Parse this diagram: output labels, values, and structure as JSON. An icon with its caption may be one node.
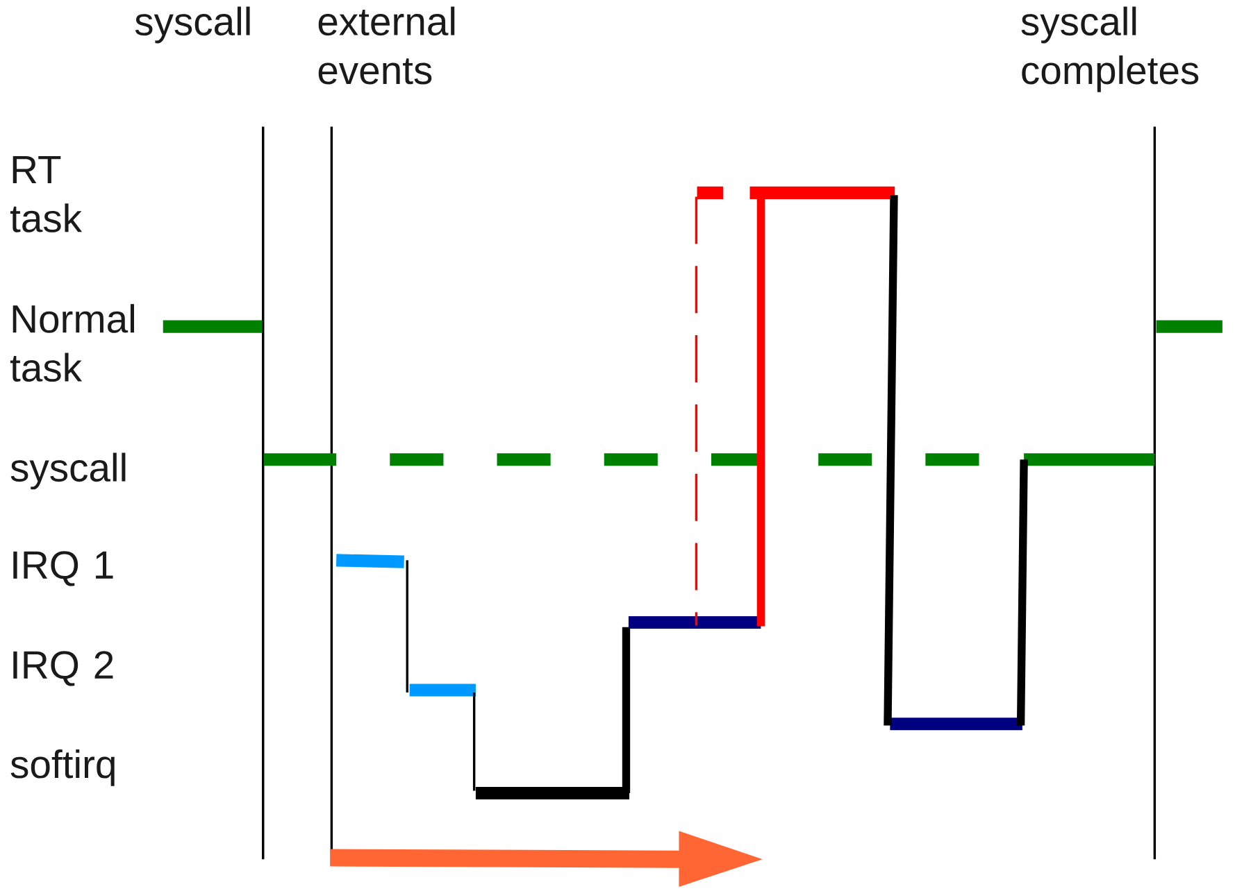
{
  "diagram": {
    "labels": [
      "syscall",
      "external events",
      "syscall completes",
      "RT task",
      "Normal task",
      "syscall",
      "IRQ 1",
      "IRQ 2",
      "softirq"
    ]
  }
}
